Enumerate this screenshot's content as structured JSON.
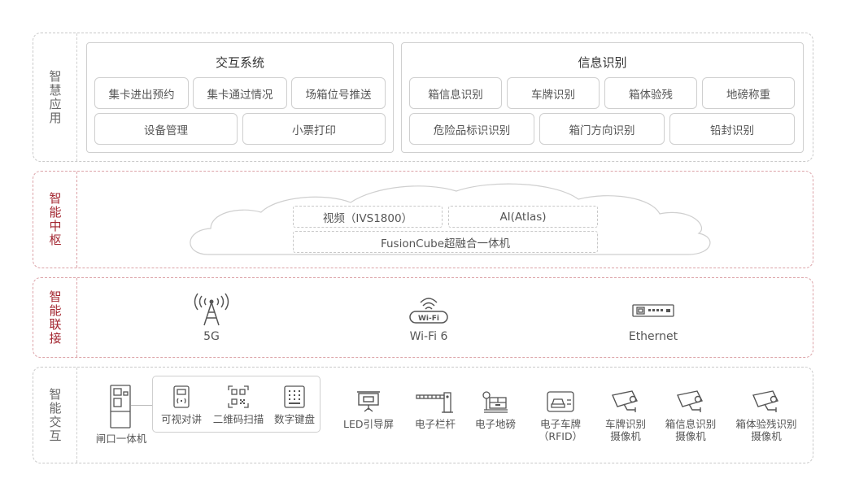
{
  "layers": {
    "app": {
      "title": "智慧应用",
      "interaction": {
        "title": "交互系统",
        "row1": [
          "集卡进出预约",
          "集卡通过情况",
          "场箱位号推送"
        ],
        "row2": [
          "设备管理",
          "小票打印"
        ]
      },
      "recognition": {
        "title": "信息识别",
        "row1": [
          "箱信息识别",
          "车牌识别",
          "箱体验残",
          "地磅称重"
        ],
        "row2": [
          "危险品标识识别",
          "箱门方向识别",
          "铅封识别"
        ]
      }
    },
    "middle": {
      "title": "智能中枢",
      "video": "视频（IVS1800）",
      "ai": "AI(Atlas)",
      "fusioncube": "FusionCube超融合一体机"
    },
    "connect": {
      "title": "智能联接",
      "items": [
        {
          "icon": "cell-tower-icon",
          "label": "5G"
        },
        {
          "icon": "wifi-icon",
          "label": "Wi-Fi 6",
          "badge": "Wi-Fi"
        },
        {
          "icon": "ethernet-switch-icon",
          "label": "Ethernet"
        }
      ]
    },
    "device": {
      "title": "智能交互",
      "kiosk": "闸口一体机",
      "kiosk_parts": [
        "可视对讲",
        "二维码扫描",
        "数字键盘"
      ],
      "items": [
        {
          "icon": "led-screen-icon",
          "label": "LED引导屏"
        },
        {
          "icon": "barrier-gate-icon",
          "label": "电子栏杆"
        },
        {
          "icon": "weighbridge-icon",
          "label": "电子地磅"
        },
        {
          "icon": "rfid-plate-icon",
          "label": "电子车牌",
          "sub": "（RFID）"
        },
        {
          "icon": "camera-icon",
          "label": "车牌识别",
          "sub": "摄像机"
        },
        {
          "icon": "camera-icon",
          "label": "箱信息识别",
          "sub": "摄像机"
        },
        {
          "icon": "camera-icon",
          "label": "箱体验残识别",
          "sub": "摄像机"
        }
      ]
    }
  },
  "colors": {
    "accent": "#a32630",
    "border": "#cfcfcf",
    "icon": "#666666"
  }
}
